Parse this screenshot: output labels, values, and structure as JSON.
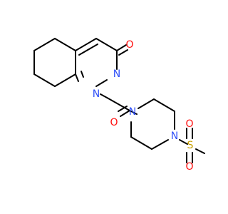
{
  "colors": {
    "background": "#ffffff",
    "bond": "#000000",
    "oxygen": "#ff0d0d",
    "nitrogen": "#3050f8",
    "sulfur": "#c8a000"
  },
  "atoms": {
    "o_carbonyl_ring": "O",
    "n_ring_upper": "N",
    "n_ring_lower": "N",
    "o_amide": "O",
    "n_piperazine_left": "N",
    "n_piperazine_right": "N",
    "s_sulfonyl": "S",
    "o_sulfonyl_top": "O",
    "o_sulfonyl_bottom": "O"
  }
}
